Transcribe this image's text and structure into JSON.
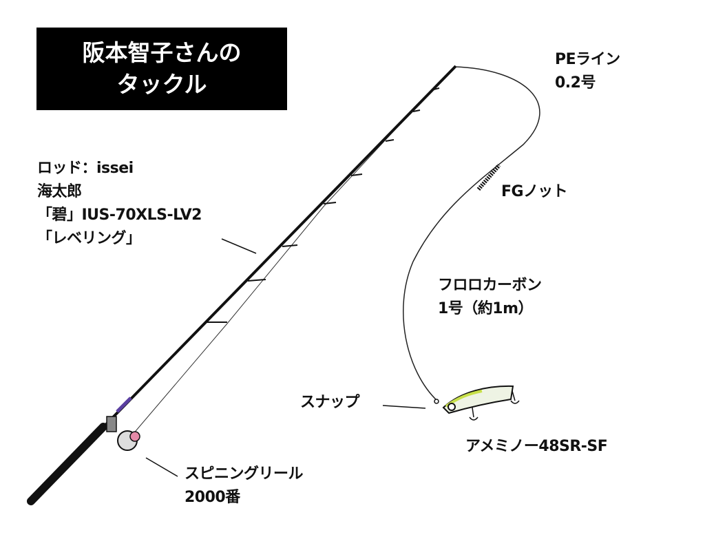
{
  "title": {
    "line1": "阪本智子さんの",
    "line2": "タックル"
  },
  "labels": {
    "rod": [
      "ロッド：issei",
      "海太郎",
      "「碧」IUS-70XLS-LV2",
      "「レベリング」"
    ],
    "pe_line": [
      "PEライン",
      "0.2号"
    ],
    "knot": "FGノット",
    "leader": [
      "フロロカーボン",
      "1号（約1m）"
    ],
    "snap": "スナップ",
    "lure": "アメミノー48SR-SF",
    "reel": [
      "スピニングリール",
      "2000番"
    ]
  },
  "colors": {
    "lure_accent": "#c8e04a",
    "reel_accent": "#e58aa8",
    "rod_accent": "#5a3fa0"
  }
}
